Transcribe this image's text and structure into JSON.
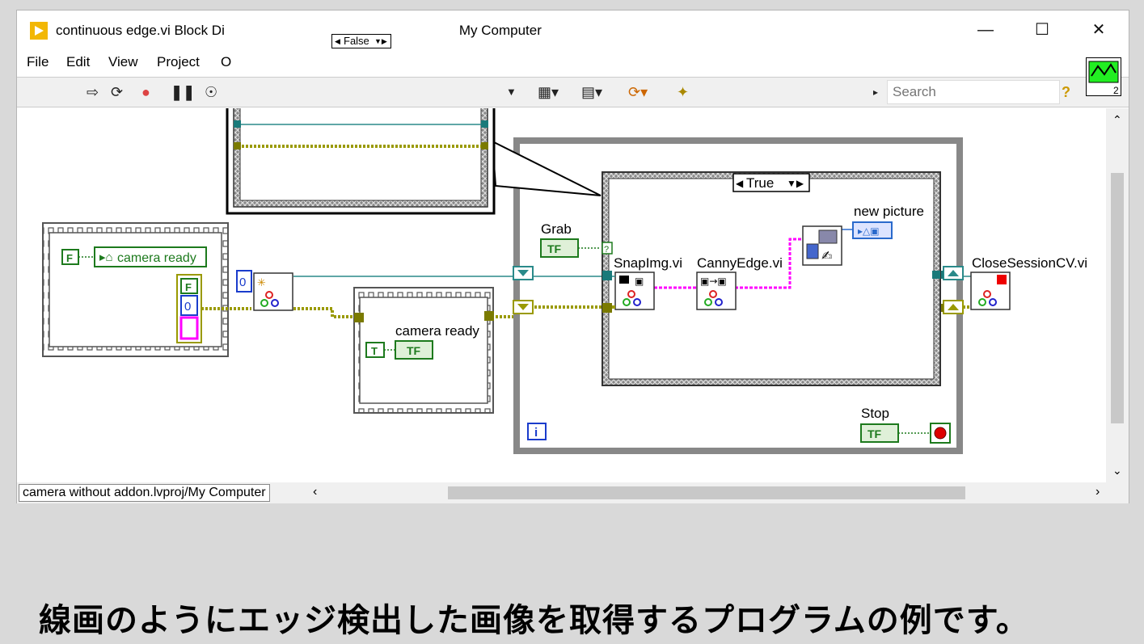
{
  "window": {
    "title": "continuous edge.vi Block Di",
    "title_suffix": "My Computer"
  },
  "menu": [
    "File",
    "Edit",
    "View",
    "Project",
    "O"
  ],
  "search": {
    "placeholder": "Search"
  },
  "context_help": {
    "count": "2"
  },
  "diagram": {
    "false_case_label": "False",
    "true_case_label": "True",
    "constants": {
      "false_const": "F",
      "true_const": "T",
      "zero": "0",
      "loop_index": "i"
    },
    "labels": {
      "camera_ready_local": "camera ready",
      "camera_ready_indicator": "camera ready",
      "grab": "Grab",
      "stop": "Stop",
      "snap": "SnapImg.vi",
      "canny": "CannyEdge.vi",
      "new_picture": "new picture",
      "close_session": "CloseSessionCV.vi",
      "tf": "TF"
    }
  },
  "status": {
    "project_path": "camera without addon.lvproj/My Computer"
  },
  "caption": "線画のようにエッジ検出した画像を取得するプログラムの例です。",
  "colors": {
    "bool_green": "#1d7a1d",
    "cluster_olive": "#9a9a00",
    "image_teal": "#2a8a8a",
    "pink": "#ff00ff"
  }
}
